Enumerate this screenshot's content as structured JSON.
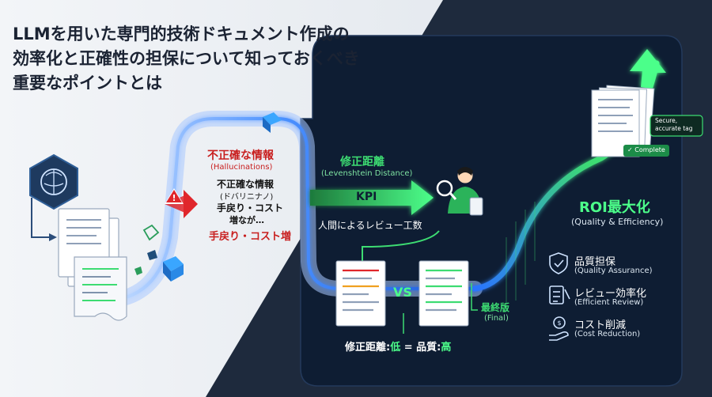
{
  "title": {
    "line1": "LLMを用いた専門的技術ドキュメント作成の",
    "line2": "効率化と正確性の担保について知っておくべき",
    "line3": "重要なポイントとは"
  },
  "problem": {
    "heading": "不正確な情報",
    "subheading": "(Hallucinations)",
    "text1": "不正確な情報",
    "text2": "(ドバリニナノ)",
    "text3": "手戻り・コスト",
    "text4": "増なが…",
    "footer": "手戻り・コスト増"
  },
  "metric": {
    "heading": "修正距離",
    "subheading": "(Levenshtein Distance)",
    "kpi": "KPI",
    "review": "人間によるレビュー工数"
  },
  "comparison": {
    "vs": "VS",
    "final_label": "最終版",
    "final_sub": "(Final)",
    "formula_a": "修正距離:",
    "formula_b": "低",
    "formula_c": " = 品質:",
    "formula_d": "高"
  },
  "result": {
    "tag_line1": "Secure,",
    "tag_line2": "accurate tag",
    "complete": "✓ Complete",
    "roi_heading": "ROI最大化",
    "roi_sub": "(Quality & Efficiency)"
  },
  "benefits": [
    {
      "label": "品質担保",
      "sub": "(Quality Assurance)",
      "icon": "shield-check-icon"
    },
    {
      "label": "レビュー効率化",
      "sub": "(Efficient Review)",
      "icon": "checklist-pen-icon"
    },
    {
      "label": "コスト削減",
      "sub": "(Cost Reduction)",
      "icon": "coin-hand-icon"
    }
  ],
  "colors": {
    "dark_panel": "#0e1d33",
    "green": "#3ddc72",
    "red": "#e0262b",
    "blue": "#3b82f6"
  }
}
